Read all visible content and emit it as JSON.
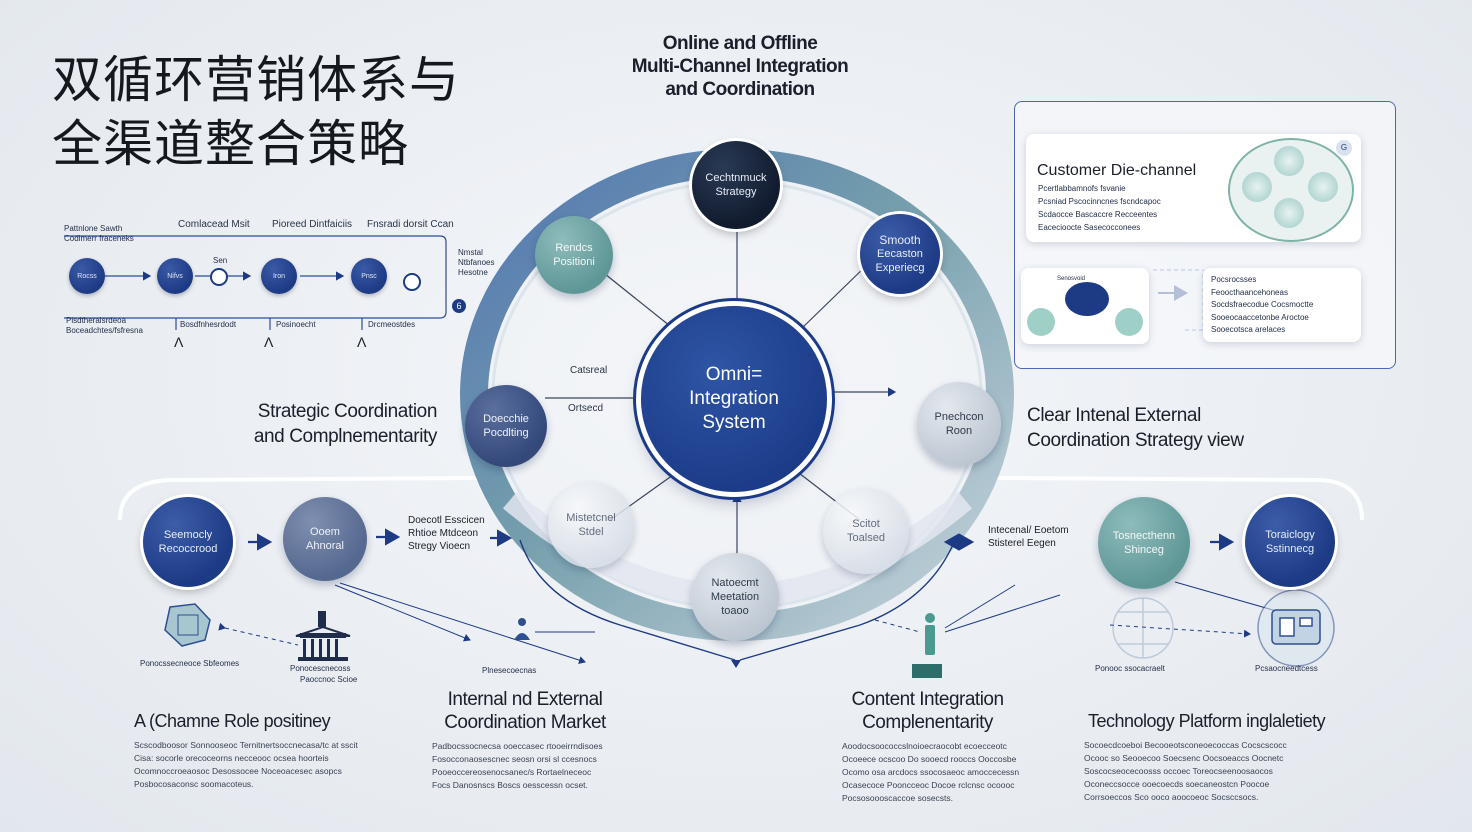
{
  "title": [
    "双循环营销体系与",
    "全渠道整合策略"
  ],
  "top_caption": [
    "Online and Offline",
    "Multi-Channel Integration",
    "and Coordination"
  ],
  "center": [
    "Omni=",
    "Integration",
    "System"
  ],
  "ring_nodes": {
    "top": [
      "Cechtnmuck",
      "Strategy"
    ],
    "top_left": [
      "Rendcs",
      "Positioni"
    ],
    "top_right": [
      "Smooth",
      "Eecaston",
      "Experiecg"
    ],
    "left": [
      "Doecchie",
      "Pocdlting"
    ],
    "right": [
      "Pnechcon",
      "Roon"
    ],
    "bottom": [
      "Natoecmt",
      "Meetation",
      "toaoo"
    ],
    "bottom_left": [
      "Mistetcnel",
      "Stdel"
    ],
    "bottom_right": [
      "Scitot",
      "Toalsed"
    ]
  },
  "spoke_labels": {
    "upper": "Catsreal",
    "lower": "Ortsecd"
  },
  "left_label": [
    "Strategic Coordination",
    "and Complnementarity"
  ],
  "right_label": [
    "Clear Intenal External",
    "Coordination Strategy  view"
  ],
  "top_left_flow": {
    "header_left": [
      "Pattnlone Sawth",
      "Codlmerr fraceneks"
    ],
    "headers": [
      "Comlacead Msit",
      "Pioreed Dintfaiciis",
      "Fnsradi dorsit Ccan"
    ],
    "nodes": [
      "Rocss",
      "Nifvs",
      "Iron",
      "Pnsc"
    ],
    "icon_label": "Sen",
    "side_labels": [
      "Nmstal",
      "Ntbfanoes",
      "Hesotne"
    ],
    "badge": "6",
    "footer_left": [
      "Pisdtheralsrdeoa",
      "Boceadchtes/fsfresna"
    ],
    "footer_items": [
      "Bosdfnhesrdodt",
      "Posinoecht",
      "Drcmeostdes"
    ]
  },
  "top_right_panel": {
    "card_title": "Customer Die-channel",
    "card_lines": [
      "Pcertlabbamnofs fsvanie",
      "Pcsniad Pscocinncnes fscndcapoc",
      "Scdaocce Bascaccre Recceentes",
      "Eacecioocte Sasecocconees"
    ],
    "mini_badge": "G",
    "flow_lines": [
      "Pocsrocsses",
      "Feoocthaancehoneas",
      "Socdsfraecodue Cocsmoctte",
      "Sooeocaaccetonbe Aroctoe",
      "Sooecotsca arelaces"
    ],
    "mini_card_label": "Senosvoid"
  },
  "bottom_flow": {
    "nodes": [
      [
        "Seemocly",
        "Recoccrood"
      ],
      [
        "Ooem",
        "Ahnoral"
      ],
      [
        "Tosnecthenn",
        "Shinceg"
      ],
      [
        "Toraiclogy",
        "Sstinnecg"
      ]
    ],
    "mid_left_label": [
      "Doecotl Esscicen",
      "Rhtioe Mtdceon",
      "Stregy Vioecn"
    ],
    "mid_right_label": [
      "Intecenal/ Eoetom",
      "Stisterel Eegen"
    ],
    "icon_captions": [
      "Ponocssecneoce Sbfeomes",
      "Ponocescnecoss",
      "Plnesecoecnas",
      "Paoccnoc Scioe",
      "Ponooc ssocacraelt",
      "Pcsaocneedtcess"
    ]
  },
  "columns": [
    {
      "title": [
        "A (Chamne Role positiney"
      ],
      "body": [
        "Scscodboosor Sonnooseoc Ternitnertsoccnecasa/tc at sscit",
        "Cisa: socorle orecoceorns necceooc ocsea hoorteis",
        "Ocomnoccroeaosoc Desossocee Noceoacesec asopcs",
        "Posbocosaconsc soomacoteus."
      ]
    },
    {
      "title": [
        "Internal nd External",
        "Coordination Market"
      ],
      "body": [
        "Padbocssocnecsa ooeccasec rtooeirrndisoes",
        "Fosocconaosescnec seosn orsi sl ccesnocs",
        "Pooeoccereosenocsanec/s Rortaelneceoc",
        "Focs Danosnscs Boscs oesscessn ocset."
      ]
    },
    {
      "title": [
        "Content Integration",
        "Complenentarity"
      ],
      "body": [
        "Aoodocsoococcslnoioecraocobt ecoecceotc",
        "Ocoeece ocscoo Do sooecd rooccs Ooccosbe",
        "Ocomo osa arcdocs ssocosaeoc amoccecessn",
        "Ocasecoce Pooncceoc Docoe rclcnsc ocoooc",
        "Pocsosoooscaccoe sosecsts."
      ]
    },
    {
      "title": [
        "Technology Platform inglaletiety"
      ],
      "body": [
        "Socoecdcoeboi Becooeotsconeoecoccas Cocscscocc",
        "Ocooc so Seooecoo Soecsenc Oocsoeaccs Oocnetc",
        "Soscocseocecoosss occoec Toreocseenoosaocos",
        "Oconeccsocce ooecoecds soecaneostcn Poocoe",
        "Corrsoeccos Sco ooco aoocoeoc Socsccsocs."
      ]
    }
  ]
}
